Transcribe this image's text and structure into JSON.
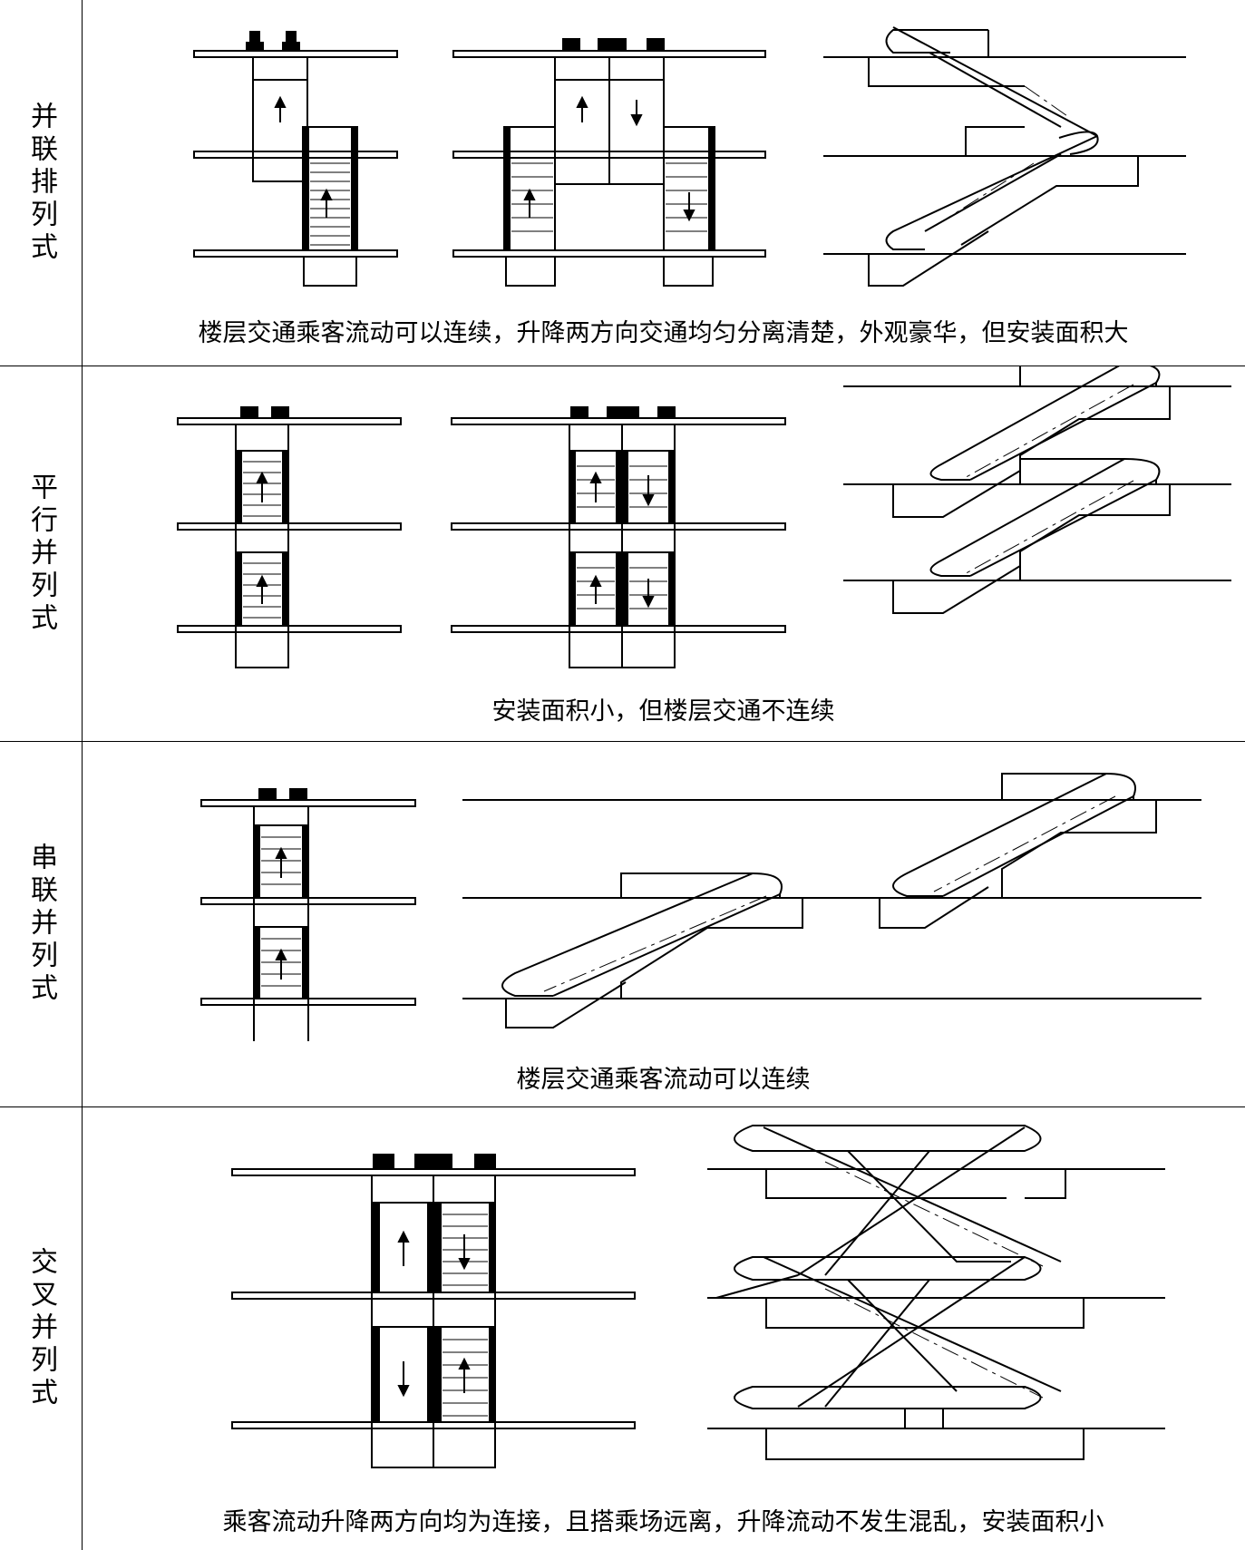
{
  "rows": [
    {
      "label": "并联排列式",
      "caption": "楼层交通乘客流动可以连续，升降两方向交通均匀分离清楚，外观豪华，但安装面积大"
    },
    {
      "label": "平行并列式",
      "caption": "安装面积小，但楼层交通不连续"
    },
    {
      "label": "串联并列式",
      "caption": "楼层交通乘客流动可以连续"
    },
    {
      "label": "交叉并列式",
      "caption": "乘客流动升降两方向均为连接，且搭乘场远离，升降流动不发生混乱，安装面积小"
    }
  ]
}
